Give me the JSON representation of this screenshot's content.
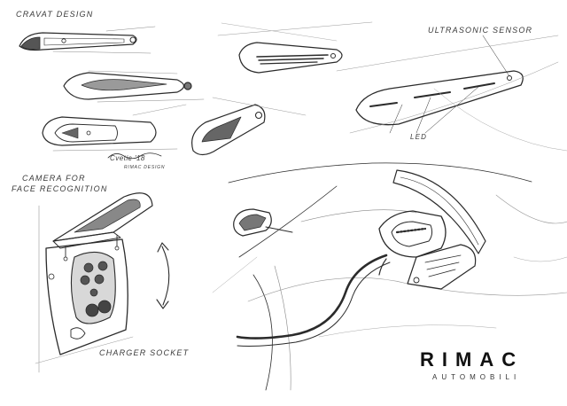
{
  "labels": {
    "cravat_design": "CRAVAT DESIGN",
    "ultrasonic_sensor": "ULTRASONIC SENSOR",
    "led": "LED",
    "camera_for": "CAMERA FOR",
    "face_recognition": "FACE RECOGNITION",
    "charger_socket": "CHARGER SOCKET"
  },
  "signature": {
    "name": "Cvetic '18",
    "dept": "RIMAC DESIGN"
  },
  "brand": {
    "name": "RIMAC",
    "subtitle": "AUTOMOBILI"
  },
  "colors": {
    "paper": "#ffffff",
    "pencil": "#2b2b2b",
    "shade": "#8a8a8a"
  }
}
